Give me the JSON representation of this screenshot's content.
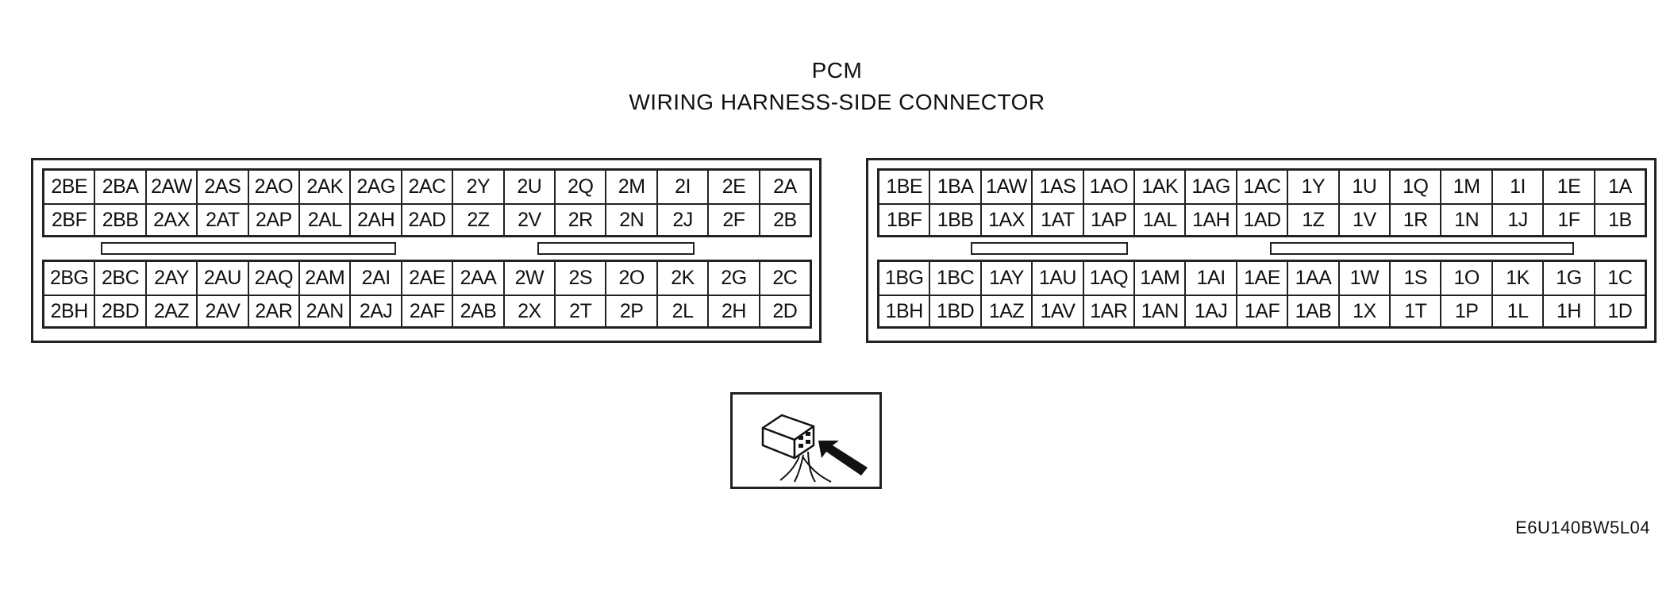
{
  "title_line1": "PCM",
  "title_line2": "WIRING HARNESS-SIDE CONNECTOR",
  "figure_code": "E6U140BW5L04",
  "view_icon": "connector-view-arrow-icon",
  "connectors": [
    {
      "id": "left",
      "top_rows": [
        [
          "2BE",
          "2BA",
          "2AW",
          "2AS",
          "2AO",
          "2AK",
          "2AG",
          "2AC",
          "2Y",
          "2U",
          "2Q",
          "2M",
          "2I",
          "2E",
          "2A"
        ],
        [
          "2BF",
          "2BB",
          "2AX",
          "2AT",
          "2AP",
          "2AL",
          "2AH",
          "2AD",
          "2Z",
          "2V",
          "2R",
          "2N",
          "2J",
          "2F",
          "2B"
        ]
      ],
      "bottom_rows": [
        [
          "2BG",
          "2BC",
          "2AY",
          "2AU",
          "2AQ",
          "2AM",
          "2AI",
          "2AE",
          "2AA",
          "2W",
          "2S",
          "2O",
          "2K",
          "2G",
          "2C"
        ],
        [
          "2BH",
          "2BD",
          "2AZ",
          "2AV",
          "2AR",
          "2AN",
          "2AJ",
          "2AF",
          "2AB",
          "2X",
          "2T",
          "2P",
          "2L",
          "2H",
          "2D"
        ]
      ]
    },
    {
      "id": "right",
      "top_rows": [
        [
          "1BE",
          "1BA",
          "1AW",
          "1AS",
          "1AO",
          "1AK",
          "1AG",
          "1AC",
          "1Y",
          "1U",
          "1Q",
          "1M",
          "1I",
          "1E",
          "1A"
        ],
        [
          "1BF",
          "1BB",
          "1AX",
          "1AT",
          "1AP",
          "1AL",
          "1AH",
          "1AD",
          "1Z",
          "1V",
          "1R",
          "1N",
          "1J",
          "1F",
          "1B"
        ]
      ],
      "bottom_rows": [
        [
          "1BG",
          "1BC",
          "1AY",
          "1AU",
          "1AQ",
          "1AM",
          "1AI",
          "1AE",
          "1AA",
          "1W",
          "1S",
          "1O",
          "1K",
          "1G",
          "1C"
        ],
        [
          "1BH",
          "1BD",
          "1AZ",
          "1AV",
          "1AR",
          "1AN",
          "1AJ",
          "1AF",
          "1AB",
          "1X",
          "1T",
          "1P",
          "1L",
          "1H",
          "1D"
        ]
      ]
    }
  ]
}
